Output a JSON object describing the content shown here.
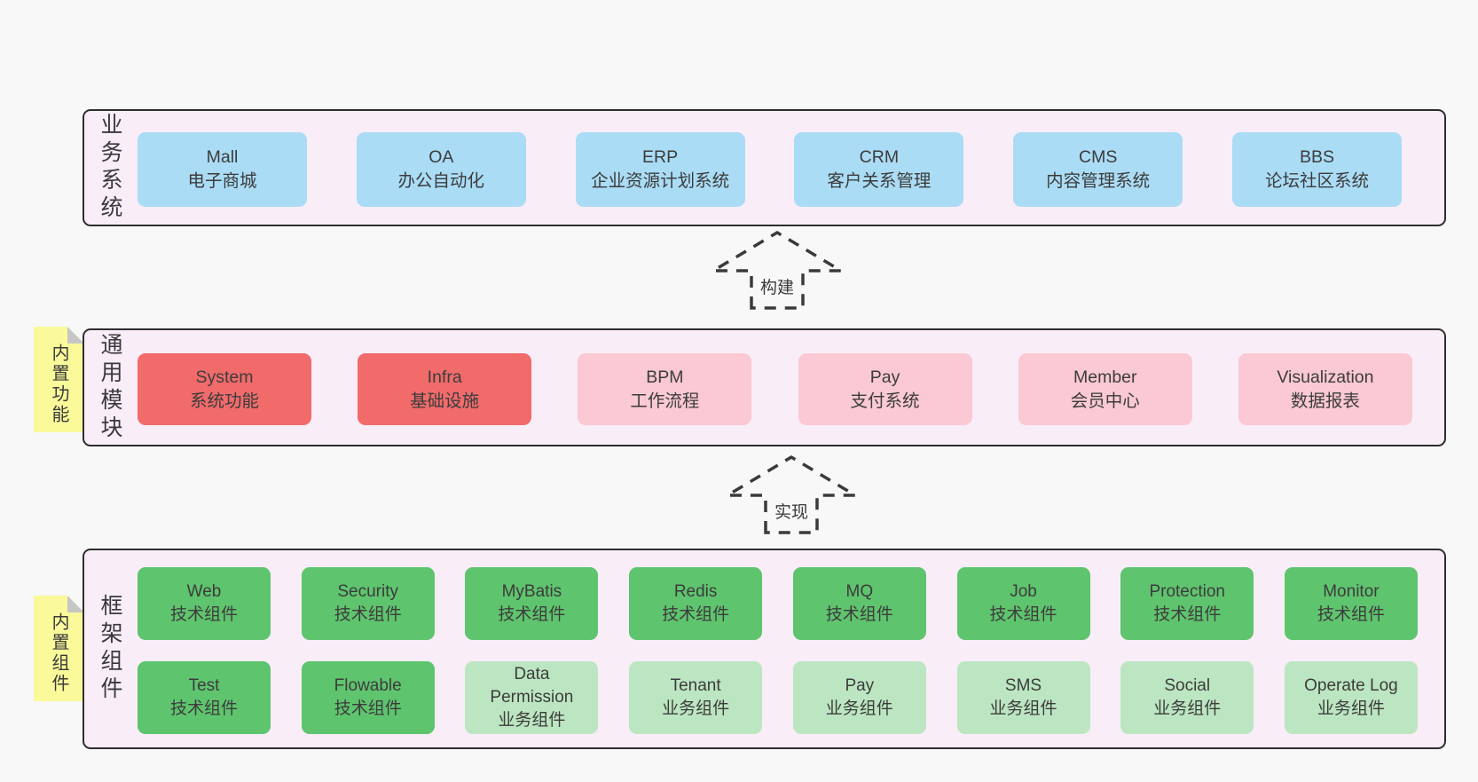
{
  "colors": {
    "page_bg": "#f8f8f8",
    "layer_bg": "#f9edf8",
    "layer_border": "#2e2e2e",
    "blue_box": "#aadcf5",
    "red_box": "#f16b6b",
    "pink_box": "#fac9d3",
    "green_dark_box": "#5fc46e",
    "green_light_box": "#bce6c1",
    "sticky_bg": "#fafa9b",
    "sticky_fold": "#c6c6c6",
    "text": "#3c3c3c"
  },
  "arrows": [
    {
      "label": "构建"
    },
    {
      "label": "实现"
    }
  ],
  "layers": [
    {
      "side_label": "业务系统",
      "boxes": [
        {
          "name": "Mall",
          "desc": "电子商城",
          "type": "blue"
        },
        {
          "name": "OA",
          "desc": "办公自动化",
          "type": "blue"
        },
        {
          "name": "ERP",
          "desc": "企业资源计划系统",
          "type": "blue"
        },
        {
          "name": "CRM",
          "desc": "客户关系管理",
          "type": "blue"
        },
        {
          "name": "CMS",
          "desc": "内容管理系统",
          "type": "blue"
        },
        {
          "name": "BBS",
          "desc": "论坛社区系统",
          "type": "blue"
        }
      ]
    },
    {
      "side_label": "通用模块",
      "sticky": "内置功能",
      "boxes": [
        {
          "name": "System",
          "desc": "系统功能",
          "type": "red"
        },
        {
          "name": "Infra",
          "desc": "基础设施",
          "type": "red"
        },
        {
          "name": "BPM",
          "desc": "工作流程",
          "type": "pink"
        },
        {
          "name": "Pay",
          "desc": "支付系统",
          "type": "pink"
        },
        {
          "name": "Member",
          "desc": "会员中心",
          "type": "pink"
        },
        {
          "name": "Visualization",
          "desc": "数据报表",
          "type": "pink"
        }
      ]
    },
    {
      "side_label": "框架组件",
      "sticky": "内置组件",
      "rows": [
        [
          {
            "name": "Web",
            "desc": "技术组件",
            "type": "green_dark"
          },
          {
            "name": "Security",
            "desc": "技术组件",
            "type": "green_dark"
          },
          {
            "name": "MyBatis",
            "desc": "技术组件",
            "type": "green_dark"
          },
          {
            "name": "Redis",
            "desc": "技术组件",
            "type": "green_dark"
          },
          {
            "name": "MQ",
            "desc": "技术组件",
            "type": "green_dark"
          },
          {
            "name": "Job",
            "desc": "技术组件",
            "type": "green_dark"
          },
          {
            "name": "Protection",
            "desc": "技术组件",
            "type": "green_dark"
          },
          {
            "name": "Monitor",
            "desc": "技术组件",
            "type": "green_dark"
          }
        ],
        [
          {
            "name": "Test",
            "desc": "技术组件",
            "type": "green_dark"
          },
          {
            "name": "Flowable",
            "desc": "技术组件",
            "type": "green_dark"
          },
          {
            "name": "Data Permission",
            "desc": "业务组件",
            "type": "green_light"
          },
          {
            "name": "Tenant",
            "desc": "业务组件",
            "type": "green_light"
          },
          {
            "name": "Pay",
            "desc": "业务组件",
            "type": "green_light"
          },
          {
            "name": "SMS",
            "desc": "业务组件",
            "type": "green_light"
          },
          {
            "name": "Social",
            "desc": "业务组件",
            "type": "green_light"
          },
          {
            "name": "Operate Log",
            "desc": "业务组件",
            "type": "green_light"
          }
        ]
      ]
    }
  ]
}
